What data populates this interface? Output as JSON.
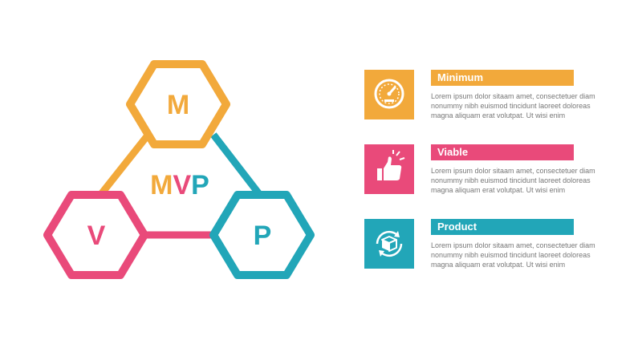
{
  "diagram": {
    "center_title": {
      "m": "M",
      "v": "V",
      "p": "P"
    },
    "nodes": [
      {
        "id": "m",
        "letter": "M",
        "color": "#f2a93b"
      },
      {
        "id": "v",
        "letter": "V",
        "color": "#e94a7a"
      },
      {
        "id": "p",
        "letter": "P",
        "color": "#22a6b8"
      }
    ]
  },
  "items": [
    {
      "title": "Minimum",
      "color": "#f2a93b",
      "icon": "speedometer-icon",
      "text": "Lorem ipsum dolor sitaam amet, consectetuer diam\nnonummy  nibh euismod tincidunt laoreet doloreas\nmagna aliquam erat volutpat. Ut wisi enim"
    },
    {
      "title": "Viable",
      "color": "#e94a7a",
      "icon": "thumbs-up-icon",
      "text": "Lorem ipsum dolor sitaam amet, consectetuer diam\nnonummy  nibh euismod tincidunt laoreet doloreas\nmagna aliquam erat volutpat. Ut wisi enim"
    },
    {
      "title": "Product",
      "color": "#22a6b8",
      "icon": "box-cycle-icon",
      "text": "Lorem ipsum dolor sitaam amet, consectetuer diam\nnonummy  nibh euismod tincidunt laoreet doloreas\nmagna aliquam erat volutpat. Ut wisi enim"
    }
  ]
}
